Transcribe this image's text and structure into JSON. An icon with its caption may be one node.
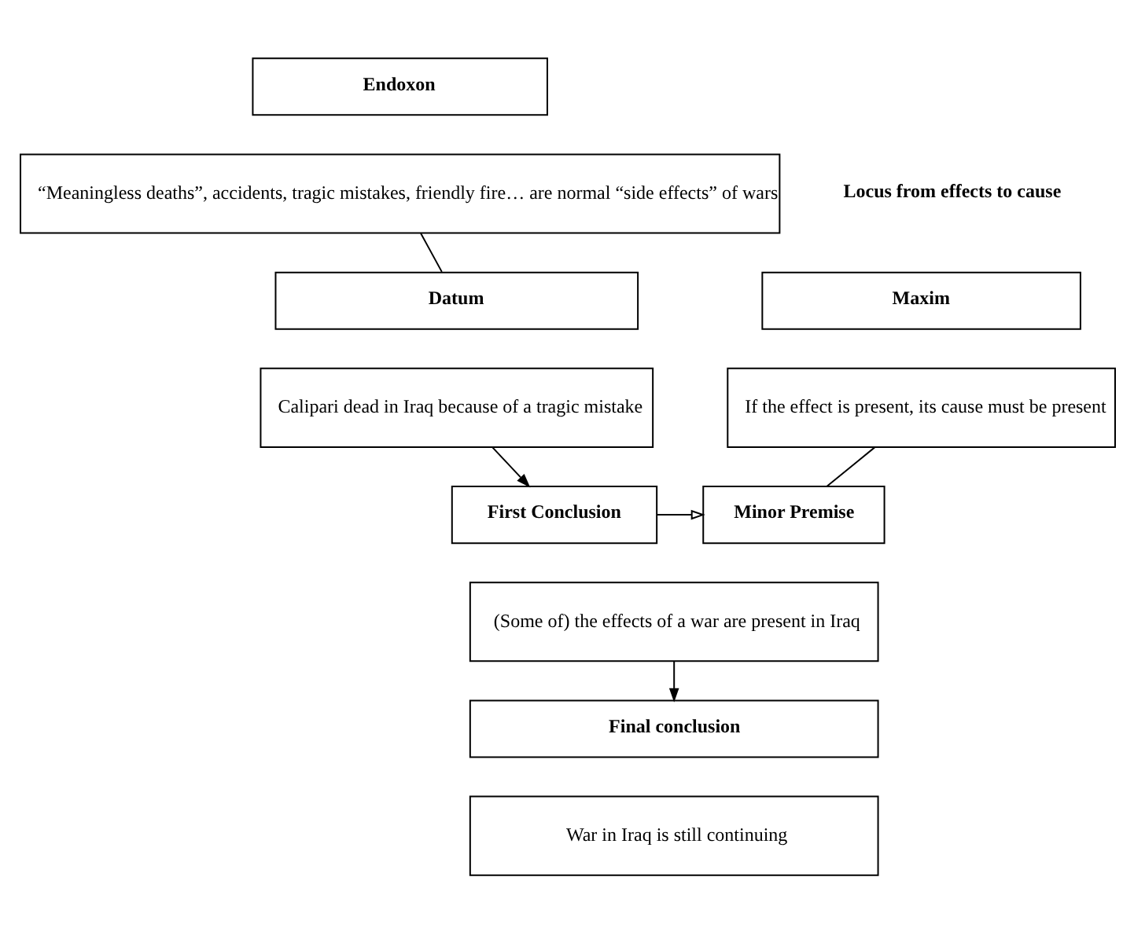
{
  "diagram": {
    "nodes": [
      {
        "text": [
          "Endoxon"
        ]
      },
      {
        "text": [
          "“Meaningless deaths”, accidents, tragic mistakes, friendly fire… are normal “side effects” of wars"
        ]
      },
      {
        "text": [
          "Datum"
        ]
      },
      {
        "text": [
          "Calipari dead in Iraq because of a tragic mistake"
        ]
      },
      {
        "text": [
          "Maxim"
        ]
      },
      {
        "text": [
          "If the effect is present, its cause must be present"
        ]
      },
      {
        "text": [
          "First Conclusion"
        ]
      },
      {
        "text": [
          "Minor Premise"
        ]
      },
      {
        "text": [
          "(Some of) the effects of a war are present in Iraq"
        ]
      },
      {
        "text": [
          "Final conclusion"
        ]
      },
      {
        "text": [
          "War in Iraq is still continuing"
        ]
      }
    ],
    "edges": [
      {
        "from": 1,
        "to": 2,
        "arrow": "none"
      },
      {
        "from": 3,
        "to": 6,
        "arrow": "to"
      },
      {
        "from": 5,
        "to": 7,
        "arrow": "none"
      },
      {
        "from": 6,
        "to": 7,
        "arrow": "to"
      },
      {
        "from": 8,
        "to": 9,
        "arrow": "to"
      }
    ],
    "labels": [
      "Locus from effects to cause"
    ]
  }
}
